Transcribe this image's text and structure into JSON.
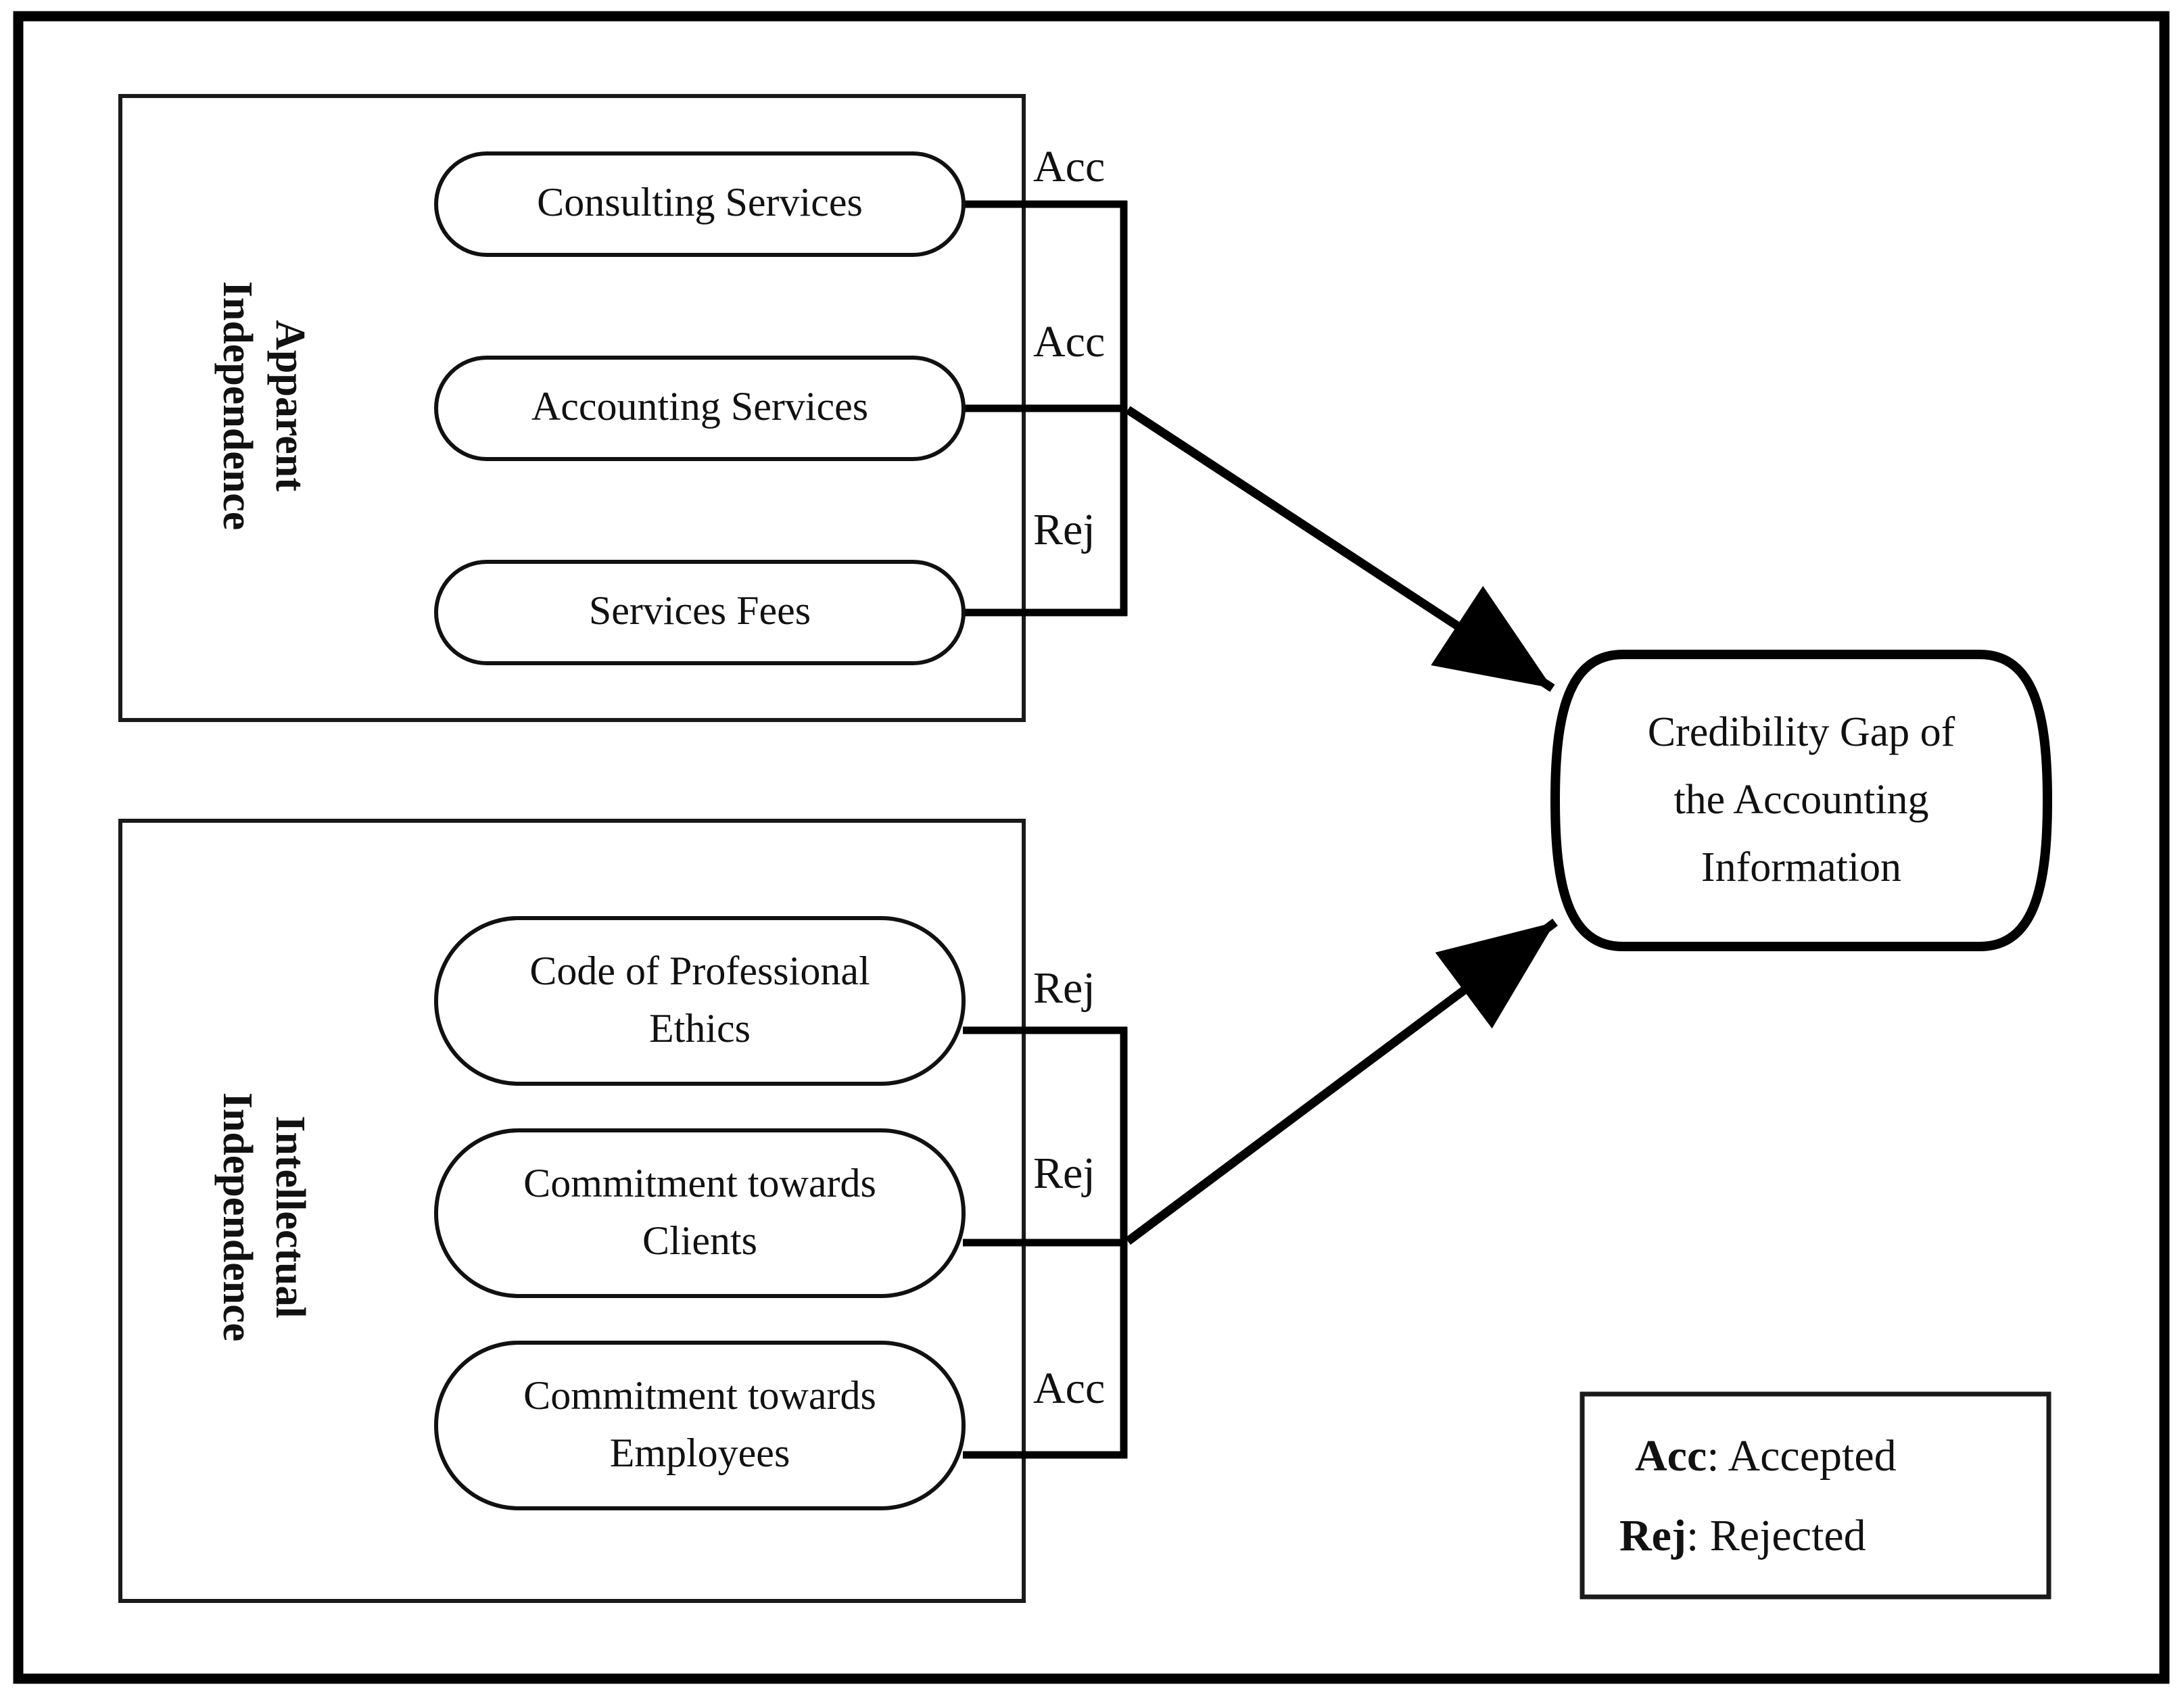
{
  "diagram": {
    "title_shown": false,
    "colors": {
      "stroke": "#000000",
      "fill": "#ffffff",
      "text": "#111111"
    },
    "outer_frame": {
      "name": "outer-frame"
    },
    "groups": [
      {
        "id": "apparent",
        "label_line1": "Apparent",
        "label_line2": "Independence",
        "nodes": [
          {
            "id": "consulting-services",
            "label_line1": "Consulting Services",
            "label_line2": "",
            "edge_label": "Acc"
          },
          {
            "id": "accounting-services",
            "label_line1": "Accounting Services",
            "label_line2": "",
            "edge_label": "Acc"
          },
          {
            "id": "services-fees",
            "label_line1": "Services Fees",
            "label_line2": "",
            "edge_label": "Rej"
          }
        ]
      },
      {
        "id": "intellectual",
        "label_line1": "Intellectual",
        "label_line2": "Independence",
        "nodes": [
          {
            "id": "code-of-professional-ethics",
            "label_line1": "Code of Professional",
            "label_line2": "Ethics",
            "edge_label": "Rej"
          },
          {
            "id": "commitment-towards-clients",
            "label_line1": "Commitment towards",
            "label_line2": "Clients",
            "edge_label": "Rej"
          },
          {
            "id": "commitment-towards-employees",
            "label_line1": "Commitment towards",
            "label_line2": "Employees",
            "edge_label": "Acc"
          }
        ]
      }
    ],
    "target": {
      "id": "credibility-gap",
      "line1": "Credibility Gap of",
      "line2": "the Accounting",
      "line3": "Information"
    },
    "legend": {
      "rows": [
        {
          "key": "Acc",
          "sep": ": ",
          "value": "Accepted"
        },
        {
          "key": "Rej",
          "sep": ": ",
          "value": "Rejected"
        }
      ]
    }
  }
}
